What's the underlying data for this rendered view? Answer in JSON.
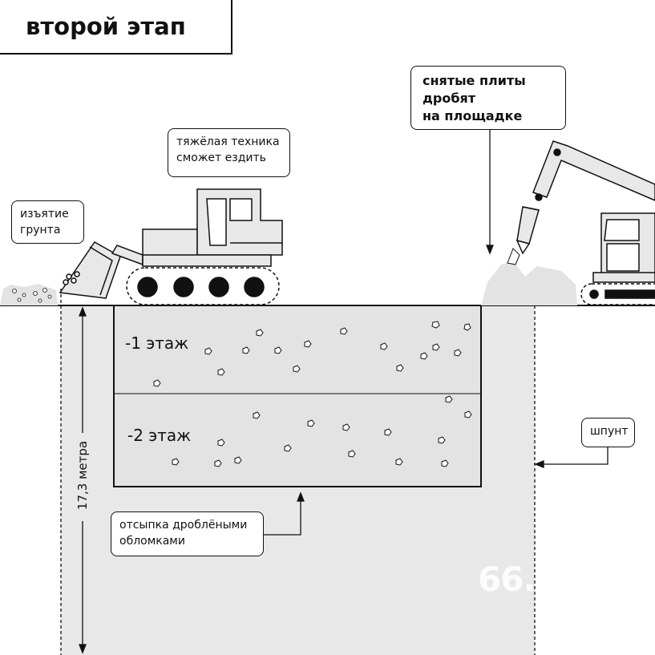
{
  "title": "второй этап",
  "labels": {
    "soil": "изъятие\nгрунта",
    "machinery": "тяжёлая техника\nсможет ездить",
    "slabs": "снятые плиты\nдробят\nна площадке",
    "sheet_pile": "шпунт",
    "backfill": "отсыпка дроблёными\nобломками"
  },
  "floors": [
    "-1 этаж",
    "-2 этаж"
  ],
  "depth": "17,3 метра",
  "watermark": "66.",
  "colors": {
    "ink": "#111111",
    "fill": "#e8e8e8",
    "pit": "#e3e3e3",
    "bg": "#ffffff"
  }
}
